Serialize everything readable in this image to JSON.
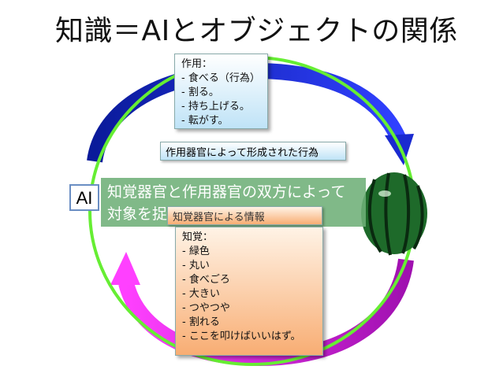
{
  "title": "知識＝AIとオブジェクトの関係",
  "action_box": {
    "heading": "作用：",
    "items": [
      "食べる（行為）",
      "割る。",
      "持ち上げる。",
      "転がす。"
    ]
  },
  "action_label": "作用器官によって形成された行為",
  "banner": {
    "line1": "知覚器官と作用器官の双方によって",
    "line2": "対象を捉えている。"
  },
  "perception_label": "知覚器官による情報",
  "ai_label": "AI",
  "perception_box": {
    "heading": "知覚：",
    "items": [
      "緑色",
      "丸い",
      "食べごろ",
      "大きい",
      "つやつや",
      "割れる",
      "ここを叩けばいいはず。"
    ]
  },
  "colors": {
    "ring": "#66ee33",
    "top_arrow": "#1a2ad0",
    "bottom_arrow": "#e020e0",
    "banner": "#6eaf78",
    "watermelon": "#1e6a2a"
  }
}
